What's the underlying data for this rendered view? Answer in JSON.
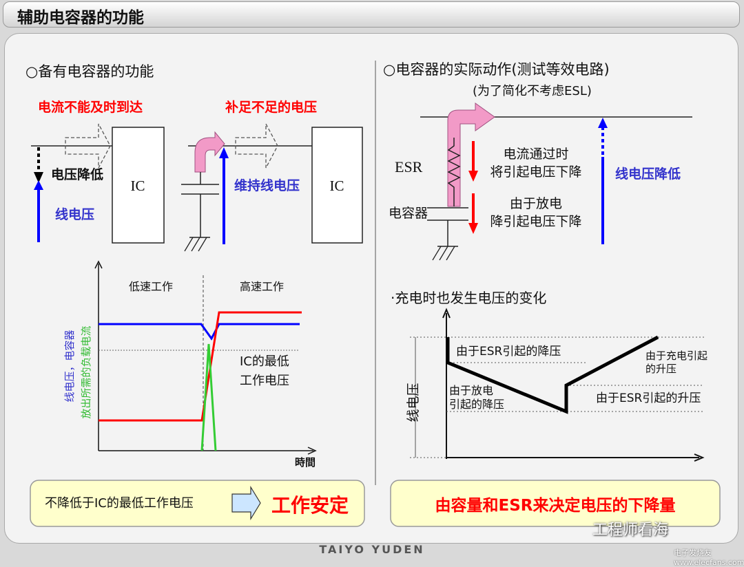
{
  "title": "辅助电容器的功能",
  "left": {
    "heading": "○备有电容器的功能",
    "label_current_not_reach": "电流不能及时到达",
    "label_supplement": "补足不足的电压",
    "label_voltage_drop": "电压降低",
    "label_line_voltage": "线电压",
    "label_maintain": "维持线电压",
    "ic_label": "IC",
    "chart": {
      "label_low_speed": "低速工作",
      "label_high_speed": "高速工作",
      "ylabel_line1": "线电压，电容器",
      "ylabel_line2": "放出所需的负载电流",
      "ic_min_line1": "IC的最低",
      "ic_min_line2": "工作电压",
      "xlabel": "時間"
    },
    "result_text": "不降低于IC的最低工作电压",
    "result_emphasis": "工作安定"
  },
  "right": {
    "heading": "○电容器的实际动作(测试等效电路)",
    "subheading": "(为了简化不考虑ESL)",
    "esr_label": "ESR",
    "capacitor_label": "电容器",
    "desc1_line1": "电流通过时",
    "desc1_line2": "将引起电压下降",
    "desc2_line1": "由于放电",
    "desc2_line2": "降引起电压下降",
    "line_voltage_drop": "线电压降低",
    "charge_heading": "·充电时也发生电压的变化",
    "graph": {
      "ylabel": "线电压",
      "esr_drop": "由于ESR引起的降压",
      "discharge_line1": "由于放电",
      "discharge_line2": "引起的降压",
      "charge_line1": "由于充电引起",
      "charge_line2": "的升压",
      "esr_rise": "由于ESR引起的升压"
    },
    "result_text": "由容量和ESR来决定电压的下降量"
  },
  "footer_brand": "TAIYO YUDEN",
  "watermark": "工程师看海",
  "watermark_site": "电子发烧友 www.elecfans.com",
  "colors": {
    "red": "#ff0000",
    "blue": "#0000ff",
    "green": "#33cc33",
    "pink": "#f29ac7",
    "result_box": "#ffffcc"
  }
}
